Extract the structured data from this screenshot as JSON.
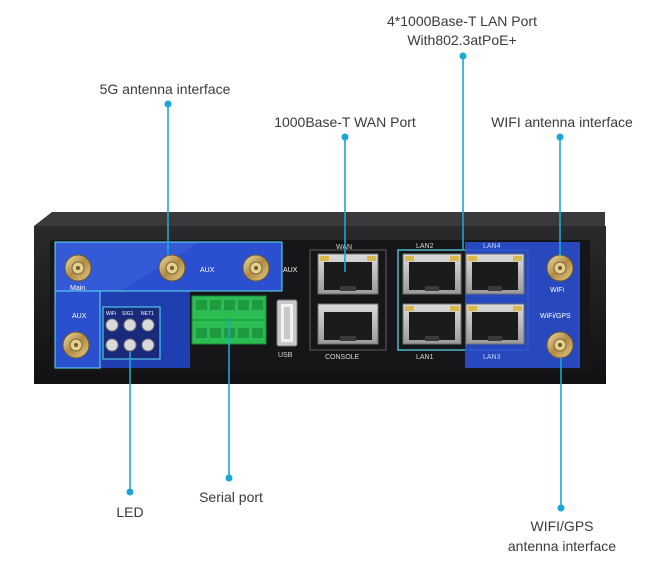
{
  "callouts": {
    "antenna_5g": "5G antenna interface",
    "wan_port": "1000Base-T WAN Port",
    "lan_port_line1": "4*1000Base-T LAN Port",
    "lan_port_line2": "With802.3atPoE+",
    "wifi_antenna": "WIFI antenna interface",
    "led": "LED",
    "serial_port": "Serial port",
    "wifi_gps_line1": "WIFI/GPS",
    "wifi_gps_line2": "antenna interface"
  },
  "panel_labels": {
    "main": "Main",
    "aux_left": "AUX",
    "aux_top_1": "AUX",
    "aux_top_2": "AUX",
    "wan": "WAN",
    "console": "CONSOLE",
    "usb": "USB",
    "lan2": "LAN2",
    "lan4": "LAN4",
    "lan1": "LAN1",
    "lan3": "LAN3",
    "wifi": "WiFi",
    "wifi_gps": "WiFi/GPS",
    "led_wifi": "WiFi",
    "led_sig1": "SIG1",
    "led_net1": "NET1"
  },
  "colors": {
    "accent": "#1aa7d6",
    "chassis": "#1c1c1e",
    "panel_blue": "#2a4fcf",
    "connector_green": "#2bbd52",
    "antenna_gold": "#c9a661"
  }
}
